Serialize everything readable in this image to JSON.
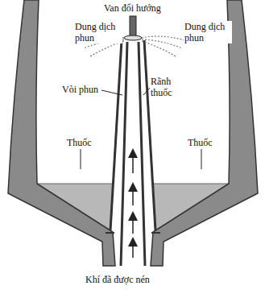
{
  "diagram": {
    "labels": [
      "Van đổi hướng",
      "Dung dịch phun",
      "Dung dịch phun",
      "Vòi phun",
      "Rãnh thuốc",
      "Thuốc",
      "Thuốc",
      "Khí đã được nén"
    ]
  }
}
